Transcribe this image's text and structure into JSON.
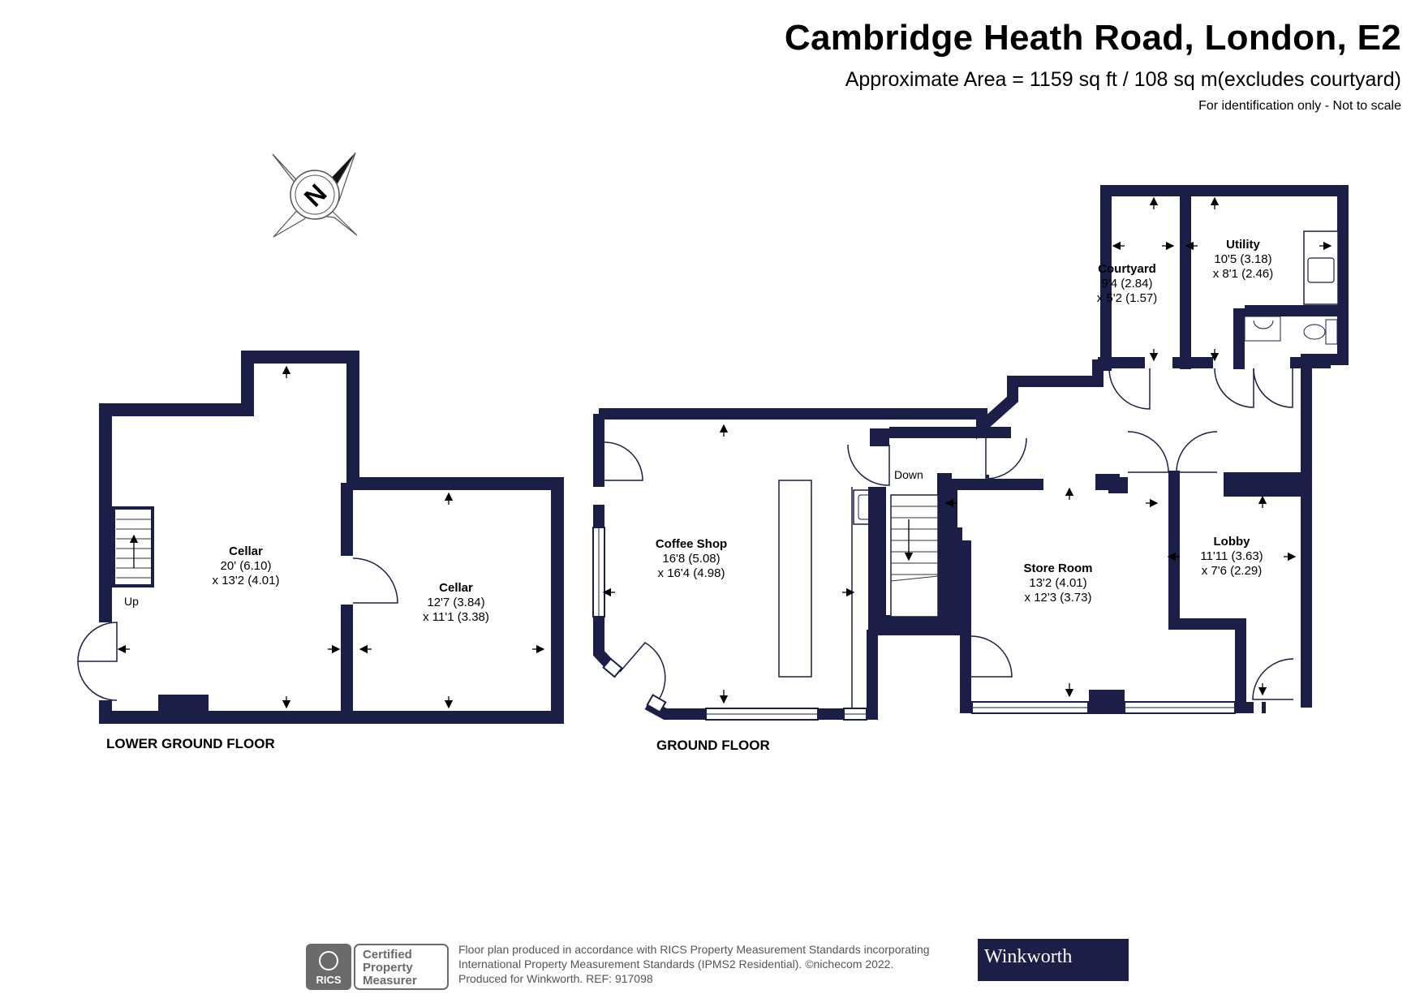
{
  "header": {
    "title": "Cambridge Heath Road, London, E2",
    "area": "Approximate Area = 1159 sq ft / 108 sq m(excludes courtyard)",
    "note": "For identification only - Not to scale"
  },
  "compass": {
    "label": "N"
  },
  "floors": [
    {
      "label": "LOWER GROUND FLOOR"
    },
    {
      "label": "GROUND FLOOR"
    }
  ],
  "rooms": [
    {
      "name": "Cellar",
      "dim1": "20' (6.10)",
      "dim2": "x 13'2 (4.01)"
    },
    {
      "name": "Cellar",
      "dim1": "12'7 (3.84)",
      "dim2": "x 11'1 (3.38)"
    },
    {
      "name": "Coffee Shop",
      "dim1": "16'8 (5.08)",
      "dim2": "x 16'4 (4.98)"
    },
    {
      "name": "Store Room",
      "dim1": "13'2 (4.01)",
      "dim2": "x 12'3 (3.73)"
    },
    {
      "name": "Lobby",
      "dim1": "11'11 (3.63)",
      "dim2": "x 7'6 (2.29)"
    },
    {
      "name": "Courtyard",
      "dim1": "9'4 (2.84)",
      "dim2": "x 5'2 (1.57)"
    },
    {
      "name": "Utility",
      "dim1": "10'5 (3.18)",
      "dim2": "x 8'1 (2.46)"
    }
  ],
  "stairs": {
    "up": "Up",
    "down": "Down"
  },
  "footer": {
    "line1": "Floor plan produced in accordance with RICS Property Measurement Standards incorporating",
    "line2": "International Property Measurement Standards (IPMS2 Residential).  ©nichecom 2022.",
    "line3": "Produced for Winkworth.   REF:  917098",
    "badge": {
      "rics": "RICS",
      "l1": "Certified",
      "l2": "Property",
      "l3": "Measurer"
    },
    "brand": "Winkworth"
  },
  "colors": {
    "wall": "#1b1f48",
    "brand": "#1b1f48"
  }
}
